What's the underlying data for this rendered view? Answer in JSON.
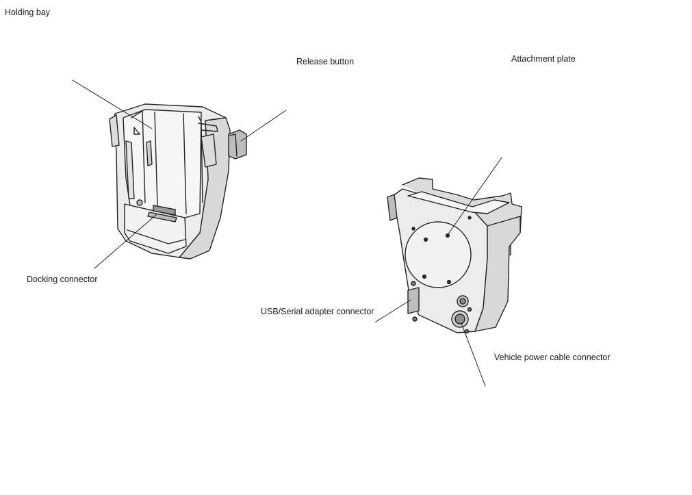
{
  "labels": {
    "holding_bay": "Holding bay",
    "release_button": "Release button",
    "attachment_plate": "Attachment plate",
    "docking_connector": "Docking connector",
    "usb_serial_adapter_connector": "USB/Serial adapter connector",
    "vehicle_power_cable_connector": "Vehicle power cable connector"
  },
  "colors": {
    "line": "#222222",
    "body_fill": "#e9e9e9",
    "shade_fill": "#d2d2d2",
    "dark_fill": "#9a9a9a"
  }
}
